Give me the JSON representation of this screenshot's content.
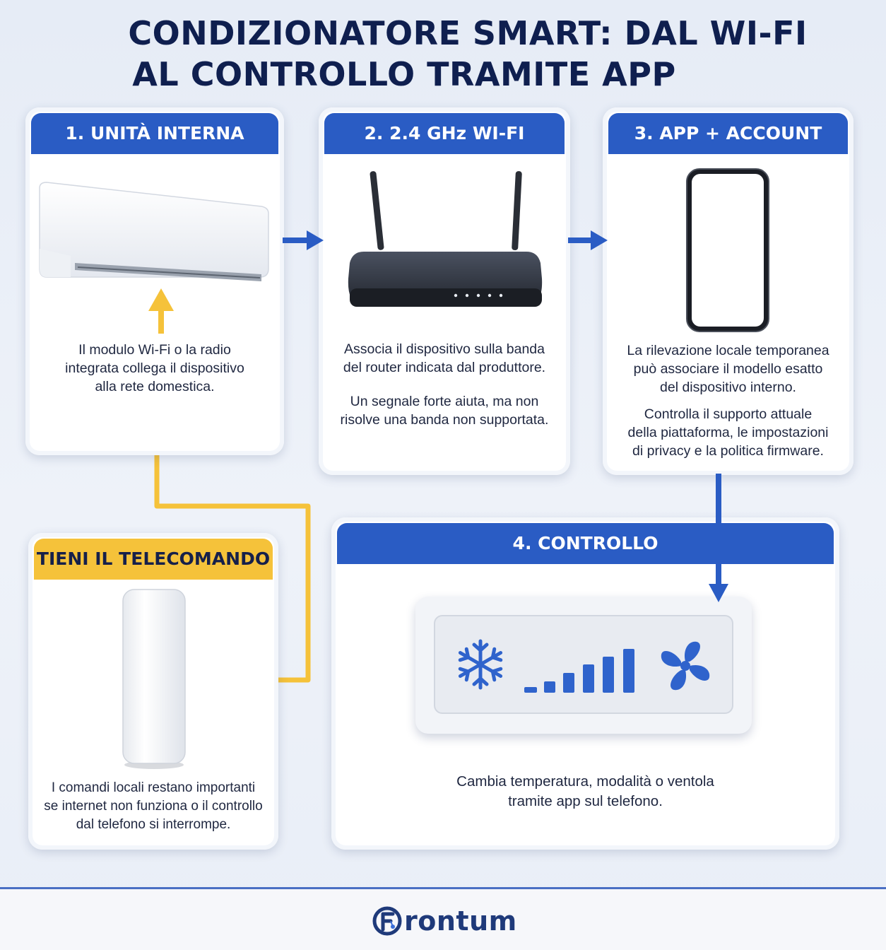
{
  "title": {
    "line1": "CONDIZIONATORE SMART: DAL WI-FI",
    "line2": "AL CONTROLLO TRAMITE APP"
  },
  "steps": [
    {
      "header": "1. UNITÀ INTERNA",
      "text": [
        "Il modulo Wi-Fi o la radio",
        "integrata collega il dispositivo",
        "alla rete domestica."
      ]
    },
    {
      "header": "2. 2.4 GHz WI-FI",
      "text": [
        "Associa il dispositivo sulla banda",
        "del router indicata dal produttore."
      ],
      "text2": [
        "Un segnale forte aiuta, ma non",
        "risolve una banda non supportata."
      ]
    },
    {
      "header": "3. APP + ACCOUNT",
      "text": [
        "La rilevazione locale temporanea",
        "può associare il modello esatto",
        "del dispositivo interno."
      ],
      "text2": [
        "Controlla il supporto attuale",
        "della piattaforma, le impostazioni",
        "di privacy e la politica firmware."
      ]
    },
    {
      "header": "4.  CONTROLLO",
      "text": [
        "Cambia temperatura, modalità o ventola",
        "tramite app sul telefono."
      ]
    }
  ],
  "remote": {
    "header": "TIENI IL TELECOMANDO",
    "text": [
      "I comandi locali restano importanti",
      "se internet non funziona o il controllo",
      "dal telefono si interrompe."
    ]
  },
  "icons": [
    "air-conditioner-icon",
    "router-icon",
    "smartphone-icon",
    "snowflake-icon",
    "signal-bars-icon",
    "fan-icon",
    "remote-control-icon",
    "frontum-logo-icon"
  ],
  "colors": {
    "blue": "#2a5cc4",
    "yellow": "#f5c23a",
    "navy": "#0f1f4f"
  },
  "footer": {
    "brand": "rontum"
  }
}
